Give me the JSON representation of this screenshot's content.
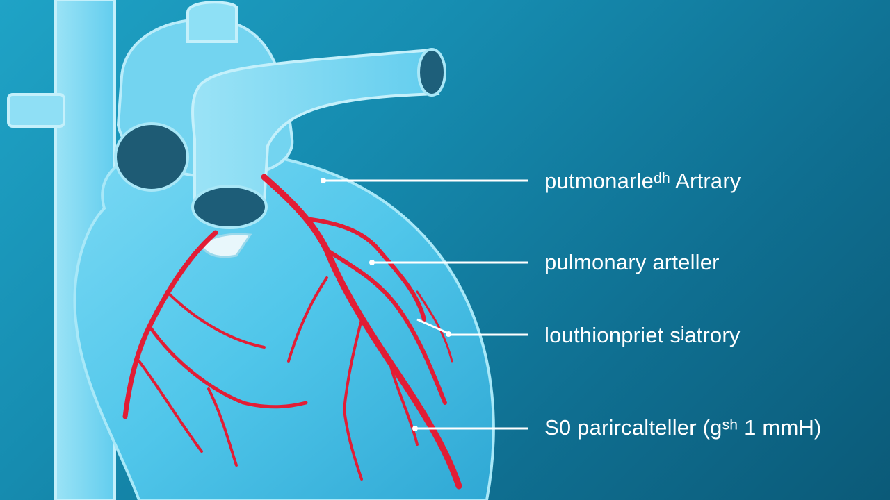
{
  "labels": [
    "putmonarleᵈʰ Artrary",
    "pulmonary arteller",
    "louthionpriet sʲatrory",
    "S0 parircalteller (gˢʰ 1 mmH)"
  ],
  "colors": {
    "background": "#137fa3",
    "heart_body": "#54cbee",
    "heart_shadow": "#2aa6cf",
    "vessel": "#7fd8f2",
    "vessel_outline": "#bdeefb",
    "vessel_opening": "#1d5d78",
    "coronary_artery": "#e21d35",
    "leader_line": "#ffffff"
  }
}
